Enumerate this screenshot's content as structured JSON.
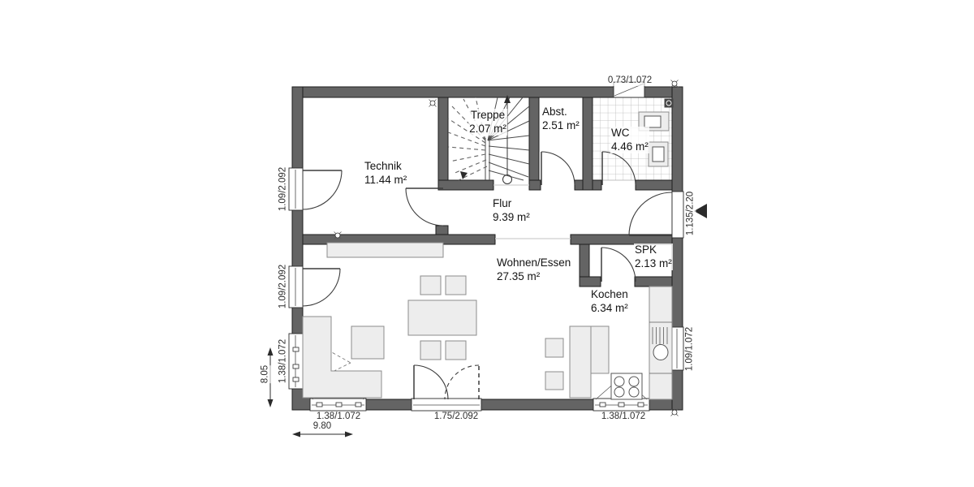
{
  "rooms": {
    "technik": {
      "name": "Technik",
      "area": "11.44 m²"
    },
    "treppe": {
      "name": "Treppe",
      "area": "2.07 m²"
    },
    "abst": {
      "name": "Abst.",
      "area": "2.51 m²"
    },
    "wc": {
      "name": "WC",
      "area": "4.46 m²"
    },
    "flur": {
      "name": "Flur",
      "area": "9.39 m²"
    },
    "wohnen_essen": {
      "name": "Wohnen/Essen",
      "area": "27.35 m²"
    },
    "spk": {
      "name": "SPK",
      "area": "2.13 m²"
    },
    "kochen": {
      "name": "Kochen",
      "area": "6.34 m²"
    }
  },
  "dims": {
    "top_wc_window": "0.73/1.072",
    "left_window_upper": "1.09/2.092",
    "left_window_middle": "1.09/2.092",
    "left_window_lower": "1.38/1.072",
    "total_depth": "8.05",
    "bottom_window_left": "1.38/1.072",
    "bottom_terrace_door": "1.75/2.092",
    "bottom_window_right": "1.38/1.072",
    "total_width": "9.80",
    "right_entry_door": "1.135/2.20",
    "right_kitchen_window": "1.09/1.072"
  },
  "colors": {
    "wall": "#646464",
    "furniture": "#ededed",
    "outline": "#1e1e1e",
    "tile_line": "#b9b9b9",
    "text": "#141414",
    "dim_text": "#2e2e2e"
  }
}
